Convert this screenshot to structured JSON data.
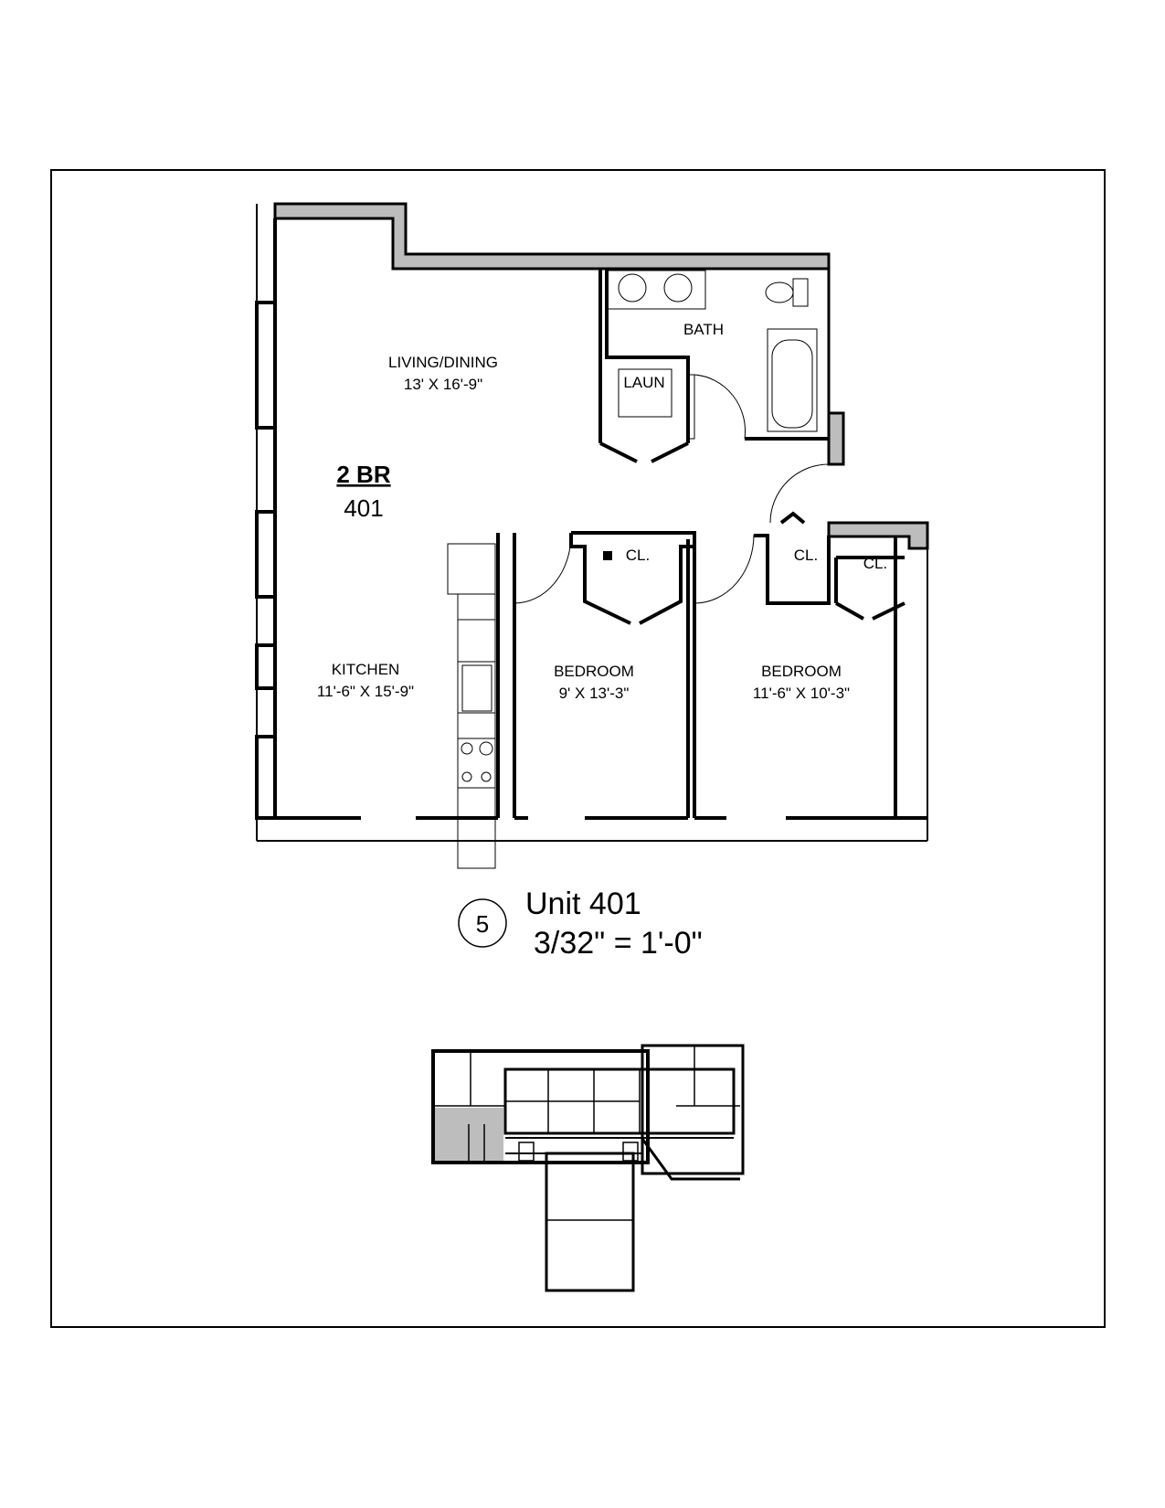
{
  "unit": {
    "type_label": "2 BR",
    "number": "401"
  },
  "rooms": [
    {
      "name": "LIVING/DINING",
      "size": "13' X 16'-9\""
    },
    {
      "name": "KITCHEN",
      "size": "11'-6\" X 15'-9\""
    },
    {
      "name": "BEDROOM",
      "size": "9' X 13'-3\""
    },
    {
      "name": "BEDROOM",
      "size": "11'-6\" X 10'-3\""
    },
    {
      "name": "BATH"
    },
    {
      "name": "LAUN"
    },
    {
      "name": "CL."
    },
    {
      "name": "CL."
    },
    {
      "name": "CL."
    }
  ],
  "caption": {
    "drawing_number": "5",
    "title": "Unit 401",
    "scale": "3/32\" = 1'-0\""
  },
  "colors": {
    "wall_fill": "#bdbdbd",
    "highlight": "#bdbdbd",
    "line": "#000000"
  }
}
